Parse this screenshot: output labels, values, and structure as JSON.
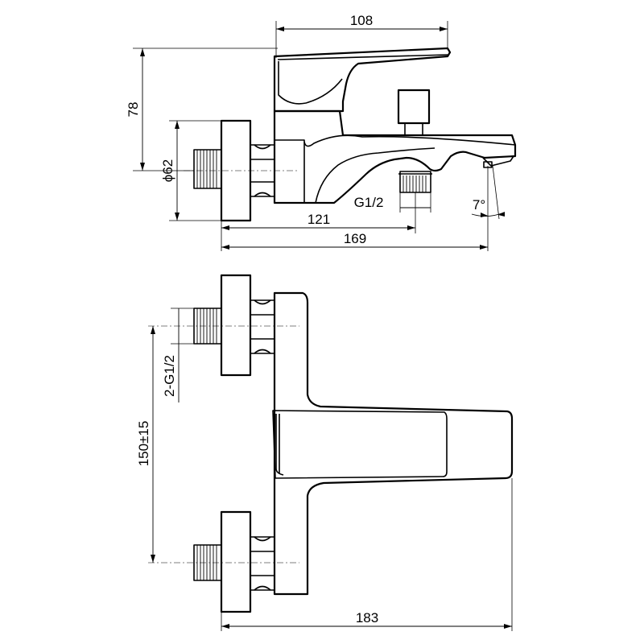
{
  "dimensions": {
    "top_width": "108",
    "height": "78",
    "diameter": "ϕ62",
    "outlet_thread": "G1/2",
    "angle": "7°",
    "outlet_offset": "121",
    "spout_length": "169",
    "inlet_thread": "2-G1/2",
    "centers": "150±15",
    "overall_length": "183"
  }
}
